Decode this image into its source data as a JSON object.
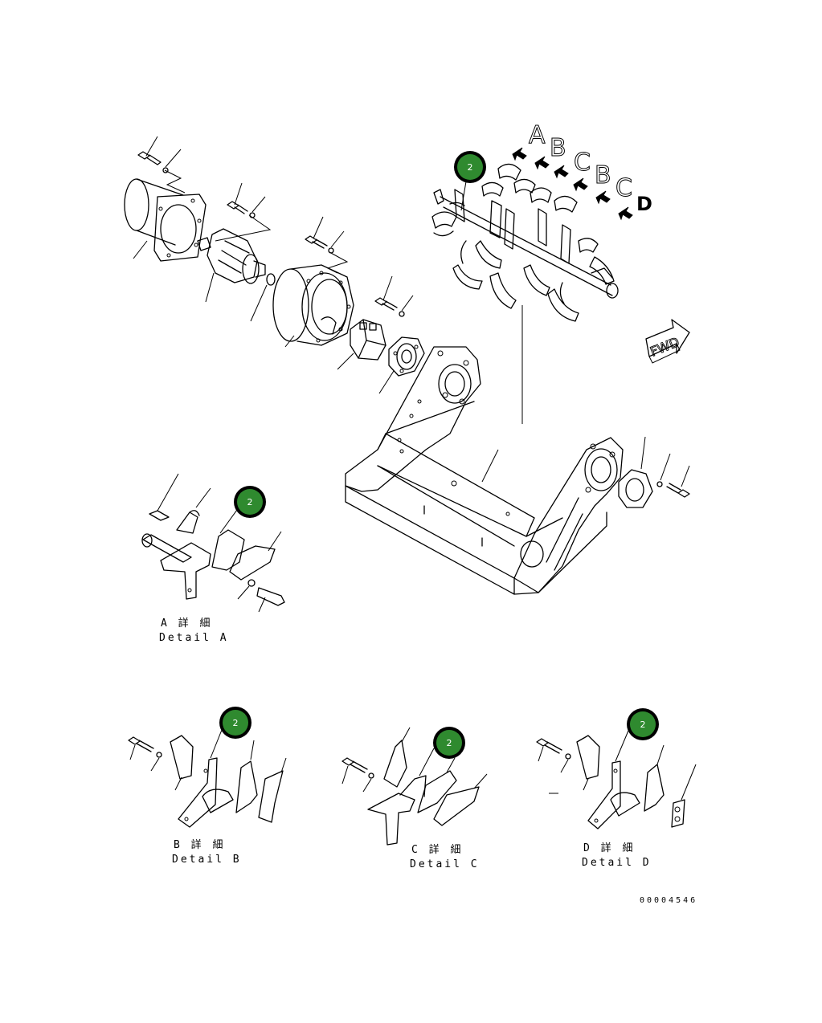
{
  "callouts": [
    {
      "id": "main",
      "label": "2"
    },
    {
      "id": "detail-a",
      "label": "2"
    },
    {
      "id": "detail-b",
      "label": "2"
    },
    {
      "id": "detail-c",
      "label": "2"
    },
    {
      "id": "detail-d",
      "label": "2"
    }
  ],
  "view_letters": [
    "A",
    "B",
    "C",
    "B",
    "C",
    "D"
  ],
  "direction_label": "FWD",
  "details": [
    {
      "jp": "A 詳 細",
      "en": "Detail A"
    },
    {
      "jp": "B 詳 細",
      "en": "Detail B"
    },
    {
      "jp": "C 詳 細",
      "en": "Detail C"
    },
    {
      "jp": "D 詳 細",
      "en": "Detail D"
    }
  ],
  "drawing_number": "00004546",
  "colors": {
    "callout_fill": "#2f8a2f",
    "line": "#000000",
    "background": "#ffffff"
  }
}
